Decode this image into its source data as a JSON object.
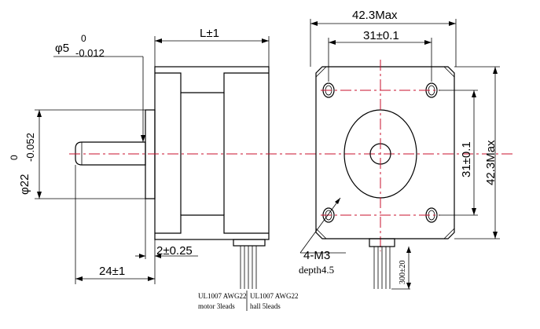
{
  "labels": {
    "shaft_dia_base": "φ5",
    "shaft_tol_upper": "0",
    "shaft_tol_lower": "-0.012",
    "body_length": "L±1",
    "boss_dia_base": "φ22",
    "boss_tol_upper": "0",
    "boss_tol_lower": "-0.052",
    "shaft_length": "24±1",
    "boss_height": "2±0.25",
    "width_max": "42.3Max",
    "hole_pitch_h": "31±0.1",
    "hole_pitch_v": "31±0.1",
    "height_max": "42.3Max",
    "thread": "4-M3",
    "thread_depth": "depth4.5",
    "lead_length": "300±20",
    "wire_spec_left": "UL1007 AWG22",
    "wire_spec_right": "UL1007 AWG22",
    "wire_leads_left": "motor 3leads",
    "wire_leads_right": "hall 5leads"
  }
}
